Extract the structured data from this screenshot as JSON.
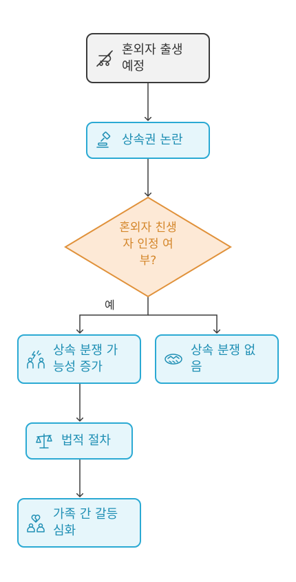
{
  "nodes": {
    "start": {
      "label": "혼외자 출생\n예정",
      "icon": "stroller-crossed-icon"
    },
    "dispute_issue": {
      "label": "상속권 논란",
      "icon": "gavel-icon"
    },
    "decision": {
      "label": "혼외자 친생\n자 인정 여\n부?"
    },
    "dispute_increase": {
      "label": "상속 분쟁 가\n능성 증가",
      "icon": "people-conflict-icon"
    },
    "no_dispute": {
      "label": "상속 분쟁 없\n음",
      "icon": "handshake-icon"
    },
    "legal": {
      "label": "법적 절차",
      "icon": "scales-icon"
    },
    "family_conflict": {
      "label": "가족 간 갈등\n심화",
      "icon": "broken-heart-family-icon"
    }
  },
  "edges": {
    "yes_label": "예"
  },
  "colors": {
    "gray_border": "#3a3a3a",
    "blue_border": "#2aa9d3",
    "blue_fill": "#e6f6fb",
    "decision_border": "#e0913a",
    "decision_fill": "#fde9d6",
    "decision_text": "#d4862a"
  }
}
